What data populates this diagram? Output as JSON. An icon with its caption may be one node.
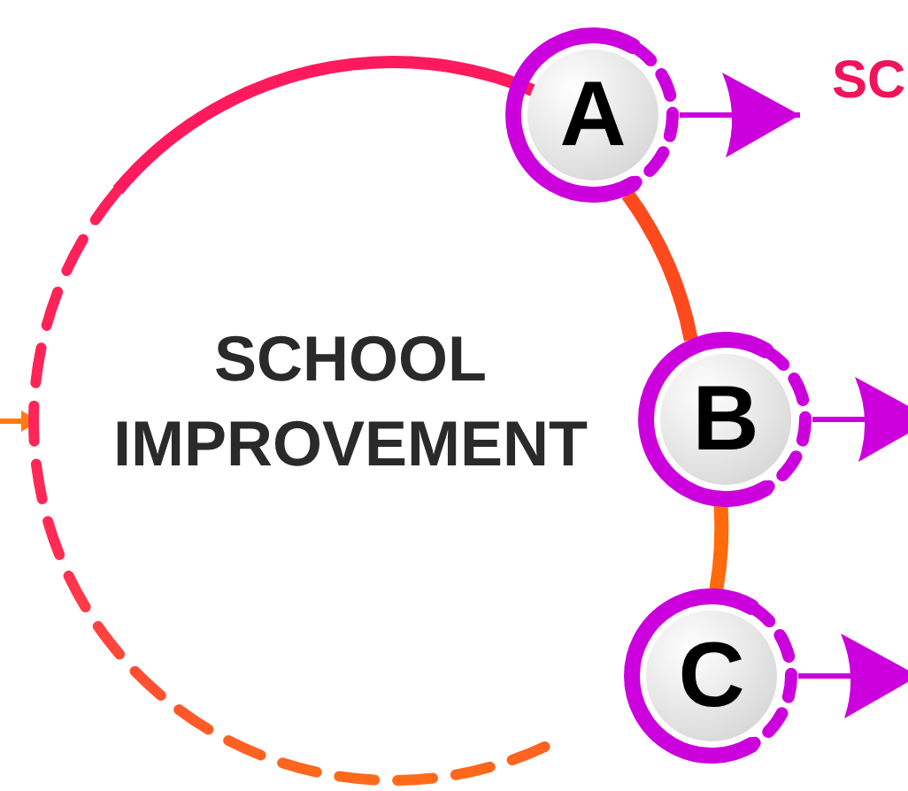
{
  "diagram": {
    "nodes": [
      {
        "text": [
          "SCHOOL IMPROVEMENT"
        ]
      },
      {
        "text": [
          "A"
        ]
      },
      {
        "text": [
          "B"
        ]
      },
      {
        "text": [
          "C"
        ]
      }
    ],
    "edges": [
      {
        "from": 1,
        "to": 2,
        "arrow": "none",
        "style": "thick",
        "color": "#ff4a1e"
      },
      {
        "from": 2,
        "to": 3,
        "arrow": "none",
        "style": "thick",
        "color": "#ff6a0a"
      },
      {
        "from": 1,
        "to": null,
        "arrow": "to",
        "color": "#cc00dd"
      },
      {
        "from": 2,
        "to": null,
        "arrow": "to",
        "color": "#cc00dd"
      },
      {
        "from": 3,
        "to": null,
        "arrow": "to",
        "color": "#cc00dd"
      },
      {
        "from": null,
        "to": 0,
        "arrow": "to",
        "color": "#ff7a10"
      }
    ],
    "labels": [
      "SC"
    ]
  }
}
